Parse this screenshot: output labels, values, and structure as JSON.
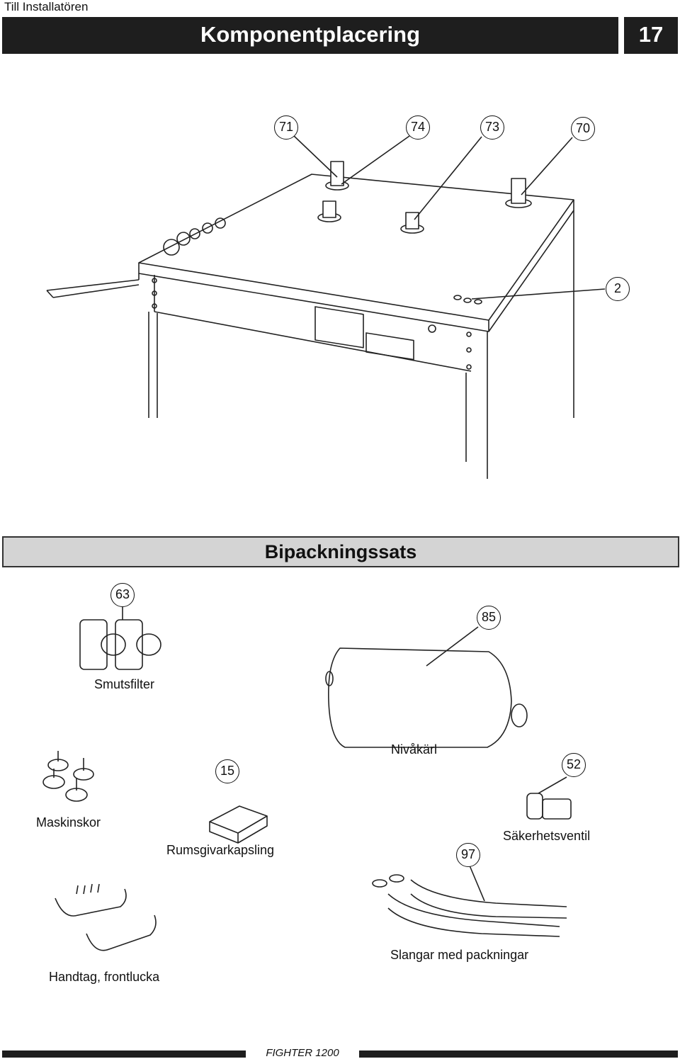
{
  "header": {
    "section_label": "Till Installatören",
    "title": "Komponentplacering",
    "page_number": "17"
  },
  "main_figure": {
    "callouts": [
      "71",
      "74",
      "73",
      "70",
      "2"
    ]
  },
  "accessory_kit": {
    "heading": "Bipackningssats",
    "items": [
      {
        "number": "63",
        "label": "Smutsfilter"
      },
      {
        "number": "85",
        "label": "Nivåkärl"
      },
      {
        "number": "",
        "label": "Maskinskor"
      },
      {
        "number": "15",
        "label": "Rumsgivarkapsling"
      },
      {
        "number": "52",
        "label": "Säkerhetsventil"
      },
      {
        "number": "97",
        "label": "Slangar med packningar"
      },
      {
        "number": "",
        "label": "Handtag, frontlucka"
      }
    ]
  },
  "footer": {
    "product": "FIGHTER 1200"
  }
}
